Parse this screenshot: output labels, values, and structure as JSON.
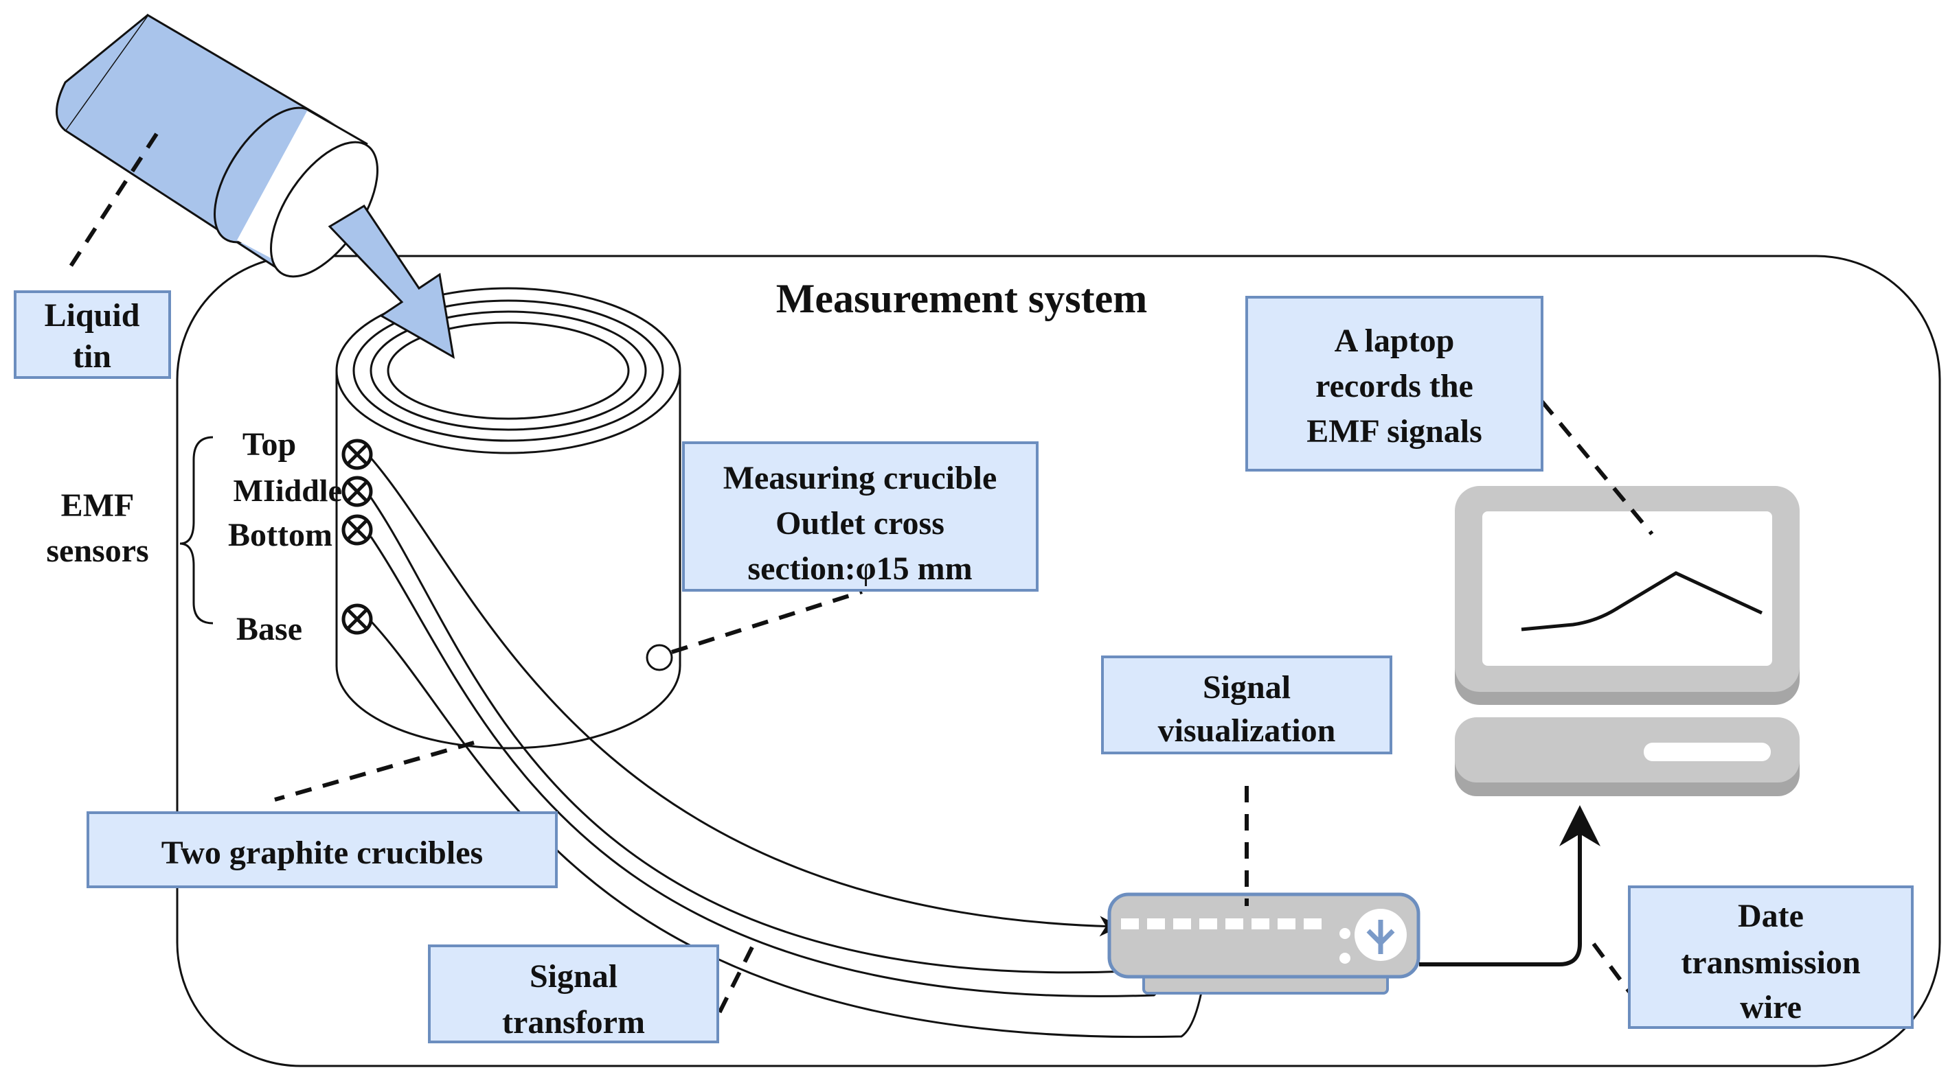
{
  "title": "Measurement system",
  "labels": {
    "liquid_tin": [
      "Liquid",
      "tin"
    ],
    "emf_sensors": [
      "EMF",
      "sensors"
    ],
    "sensor_top": "Top",
    "sensor_middle": "MIiddle",
    "sensor_bottom": "Bottom",
    "sensor_base": "Base",
    "measuring_crucible": [
      "Measuring crucible",
      "Outlet cross",
      "section:φ15 mm"
    ],
    "two_graphite_crucibles": "Two graphite crucibles",
    "signal_transform": [
      "Signal",
      "transform"
    ],
    "signal_visualization": [
      "Signal",
      "visualization"
    ],
    "laptop": [
      "A laptop",
      "records the",
      "EMF signals"
    ],
    "data_wire": [
      "Date",
      "transmission",
      "wire"
    ]
  },
  "icons": {
    "ladle": "liquid-tin-ladle-icon",
    "crucible": "graphite-crucible-icon",
    "sensor": "emf-sensor-icon",
    "converter": "signal-converter-icon",
    "laptop": "laptop-icon"
  },
  "colors": {
    "box_fill": "#dae8fc",
    "box_stroke": "#6c8ebf",
    "ladle_fill": "#a9c4eb",
    "device_gray": "#c8c8c8",
    "device_dark": "#a6a6a6",
    "line": "#111111"
  }
}
